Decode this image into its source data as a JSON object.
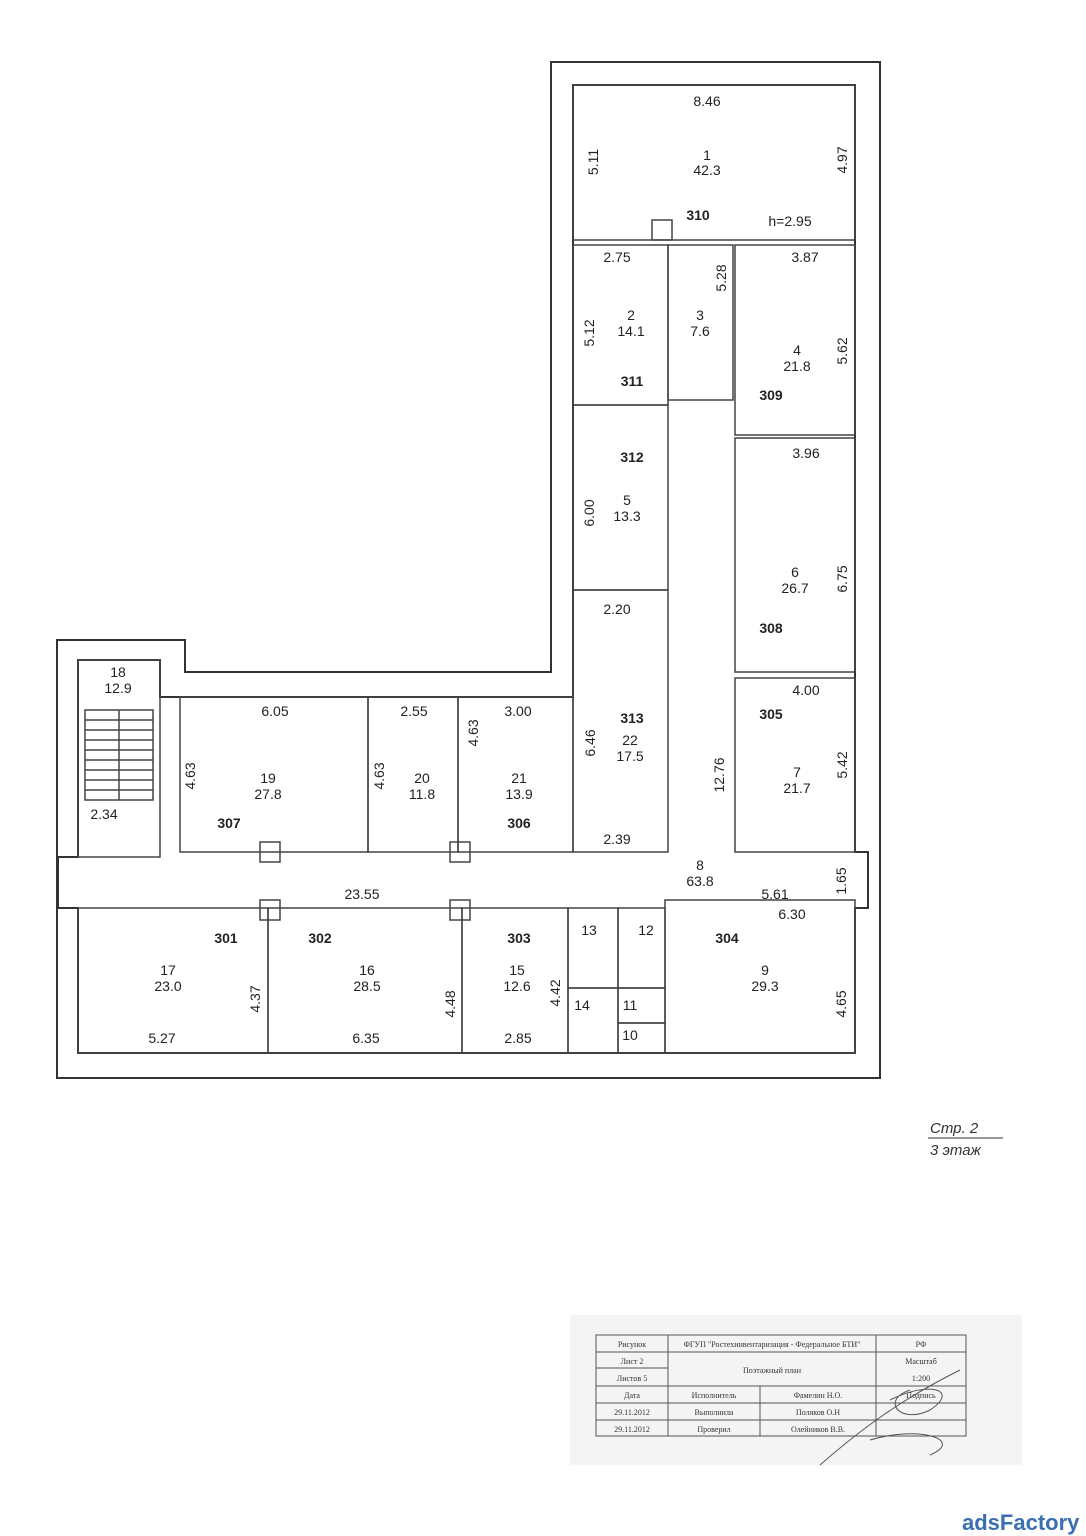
{
  "rooms": [
    {
      "num": "1",
      "area": "42.3"
    },
    {
      "num": "2",
      "area": "14.1"
    },
    {
      "num": "3",
      "area": "7.6"
    },
    {
      "num": "4",
      "area": "21.8"
    },
    {
      "num": "5",
      "area": "13.3"
    },
    {
      "num": "6",
      "area": "26.7"
    },
    {
      "num": "7",
      "area": "21.7"
    },
    {
      "num": "8",
      "area": "63.8"
    },
    {
      "num": "9",
      "area": "29.3"
    },
    {
      "num": "10"
    },
    {
      "num": "11"
    },
    {
      "num": "12"
    },
    {
      "num": "13"
    },
    {
      "num": "14"
    },
    {
      "num": "15",
      "area": "12.6"
    },
    {
      "num": "16",
      "area": "28.5"
    },
    {
      "num": "17",
      "area": "23.0"
    },
    {
      "num": "18",
      "area": "12.9"
    },
    {
      "num": "19",
      "area": "27.8"
    },
    {
      "num": "20",
      "area": "11.8"
    },
    {
      "num": "21",
      "area": "13.9"
    },
    {
      "num": "22",
      "area": "17.5"
    }
  ],
  "office_numbers": [
    "310",
    "311",
    "309",
    "312",
    "308",
    "313",
    "305",
    "307",
    "306",
    "301",
    "302",
    "303",
    "304"
  ],
  "dimensions": [
    "8.46",
    "5.11",
    "4.97",
    "h=2.95",
    "2.75",
    "5.28",
    "3.87",
    "5.12",
    "5.62",
    "3.96",
    "6.00",
    "6.75",
    "2.20",
    "4.00",
    "6.05",
    "2.55",
    "3.00",
    "6.46",
    "4.63",
    "4.63",
    "4.63",
    "12.76",
    "5.42",
    "2.34",
    "2.39",
    "23.55",
    "5.61",
    "1.65",
    "6.30",
    "4.37",
    "4.48",
    "4.42",
    "4.65",
    "5.27",
    "6.35",
    "2.85"
  ],
  "page_label": {
    "page": "Стр. 2",
    "floor": "3 этаж"
  },
  "title_block": {
    "r1": [
      "Рисунок",
      "ФГУП \"Ростехинвентаризация - Федеральное БТИ\"",
      "РФ"
    ],
    "sheet": "Лист 2",
    "sheets": "Листов 5",
    "plan_title": "Поэтажный план",
    "scale_label": "Масштаб",
    "scale": "1:200",
    "headers": [
      "Дата",
      "Исполнитель",
      "Фамелин Н.О.",
      "Подпись"
    ],
    "rows": [
      [
        "29.11.2012",
        "Выполнила",
        "Поляков О.Н"
      ],
      [
        "29.11.2012",
        "Проверил",
        "Олейников В.В."
      ]
    ]
  },
  "watermark": "adsFactory",
  "colors": {
    "wall": "#333333",
    "watermark": "#3a6fb0"
  }
}
